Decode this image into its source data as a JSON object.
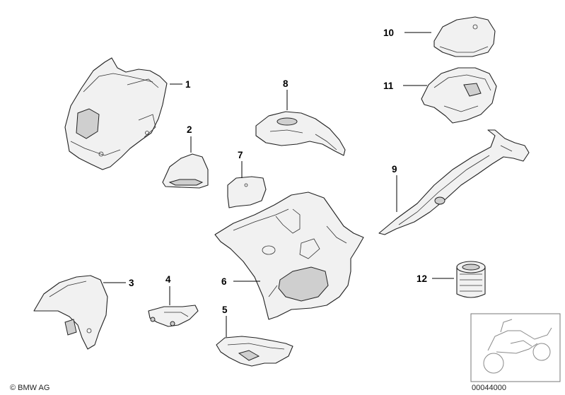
{
  "diagram": {
    "callouts": [
      {
        "id": "part-1",
        "label": "1"
      },
      {
        "id": "part-2",
        "label": "2"
      },
      {
        "id": "part-3",
        "label": "3"
      },
      {
        "id": "part-4",
        "label": "4"
      },
      {
        "id": "part-5",
        "label": "5"
      },
      {
        "id": "part-6",
        "label": "6"
      },
      {
        "id": "part-7",
        "label": "7"
      },
      {
        "id": "part-8",
        "label": "8"
      },
      {
        "id": "part-9",
        "label": "9"
      },
      {
        "id": "part-10",
        "label": "10"
      },
      {
        "id": "part-11",
        "label": "11"
      },
      {
        "id": "part-12",
        "label": "12"
      }
    ]
  },
  "footer": {
    "copyright": "© BMW AG",
    "image_number": "00044000"
  }
}
